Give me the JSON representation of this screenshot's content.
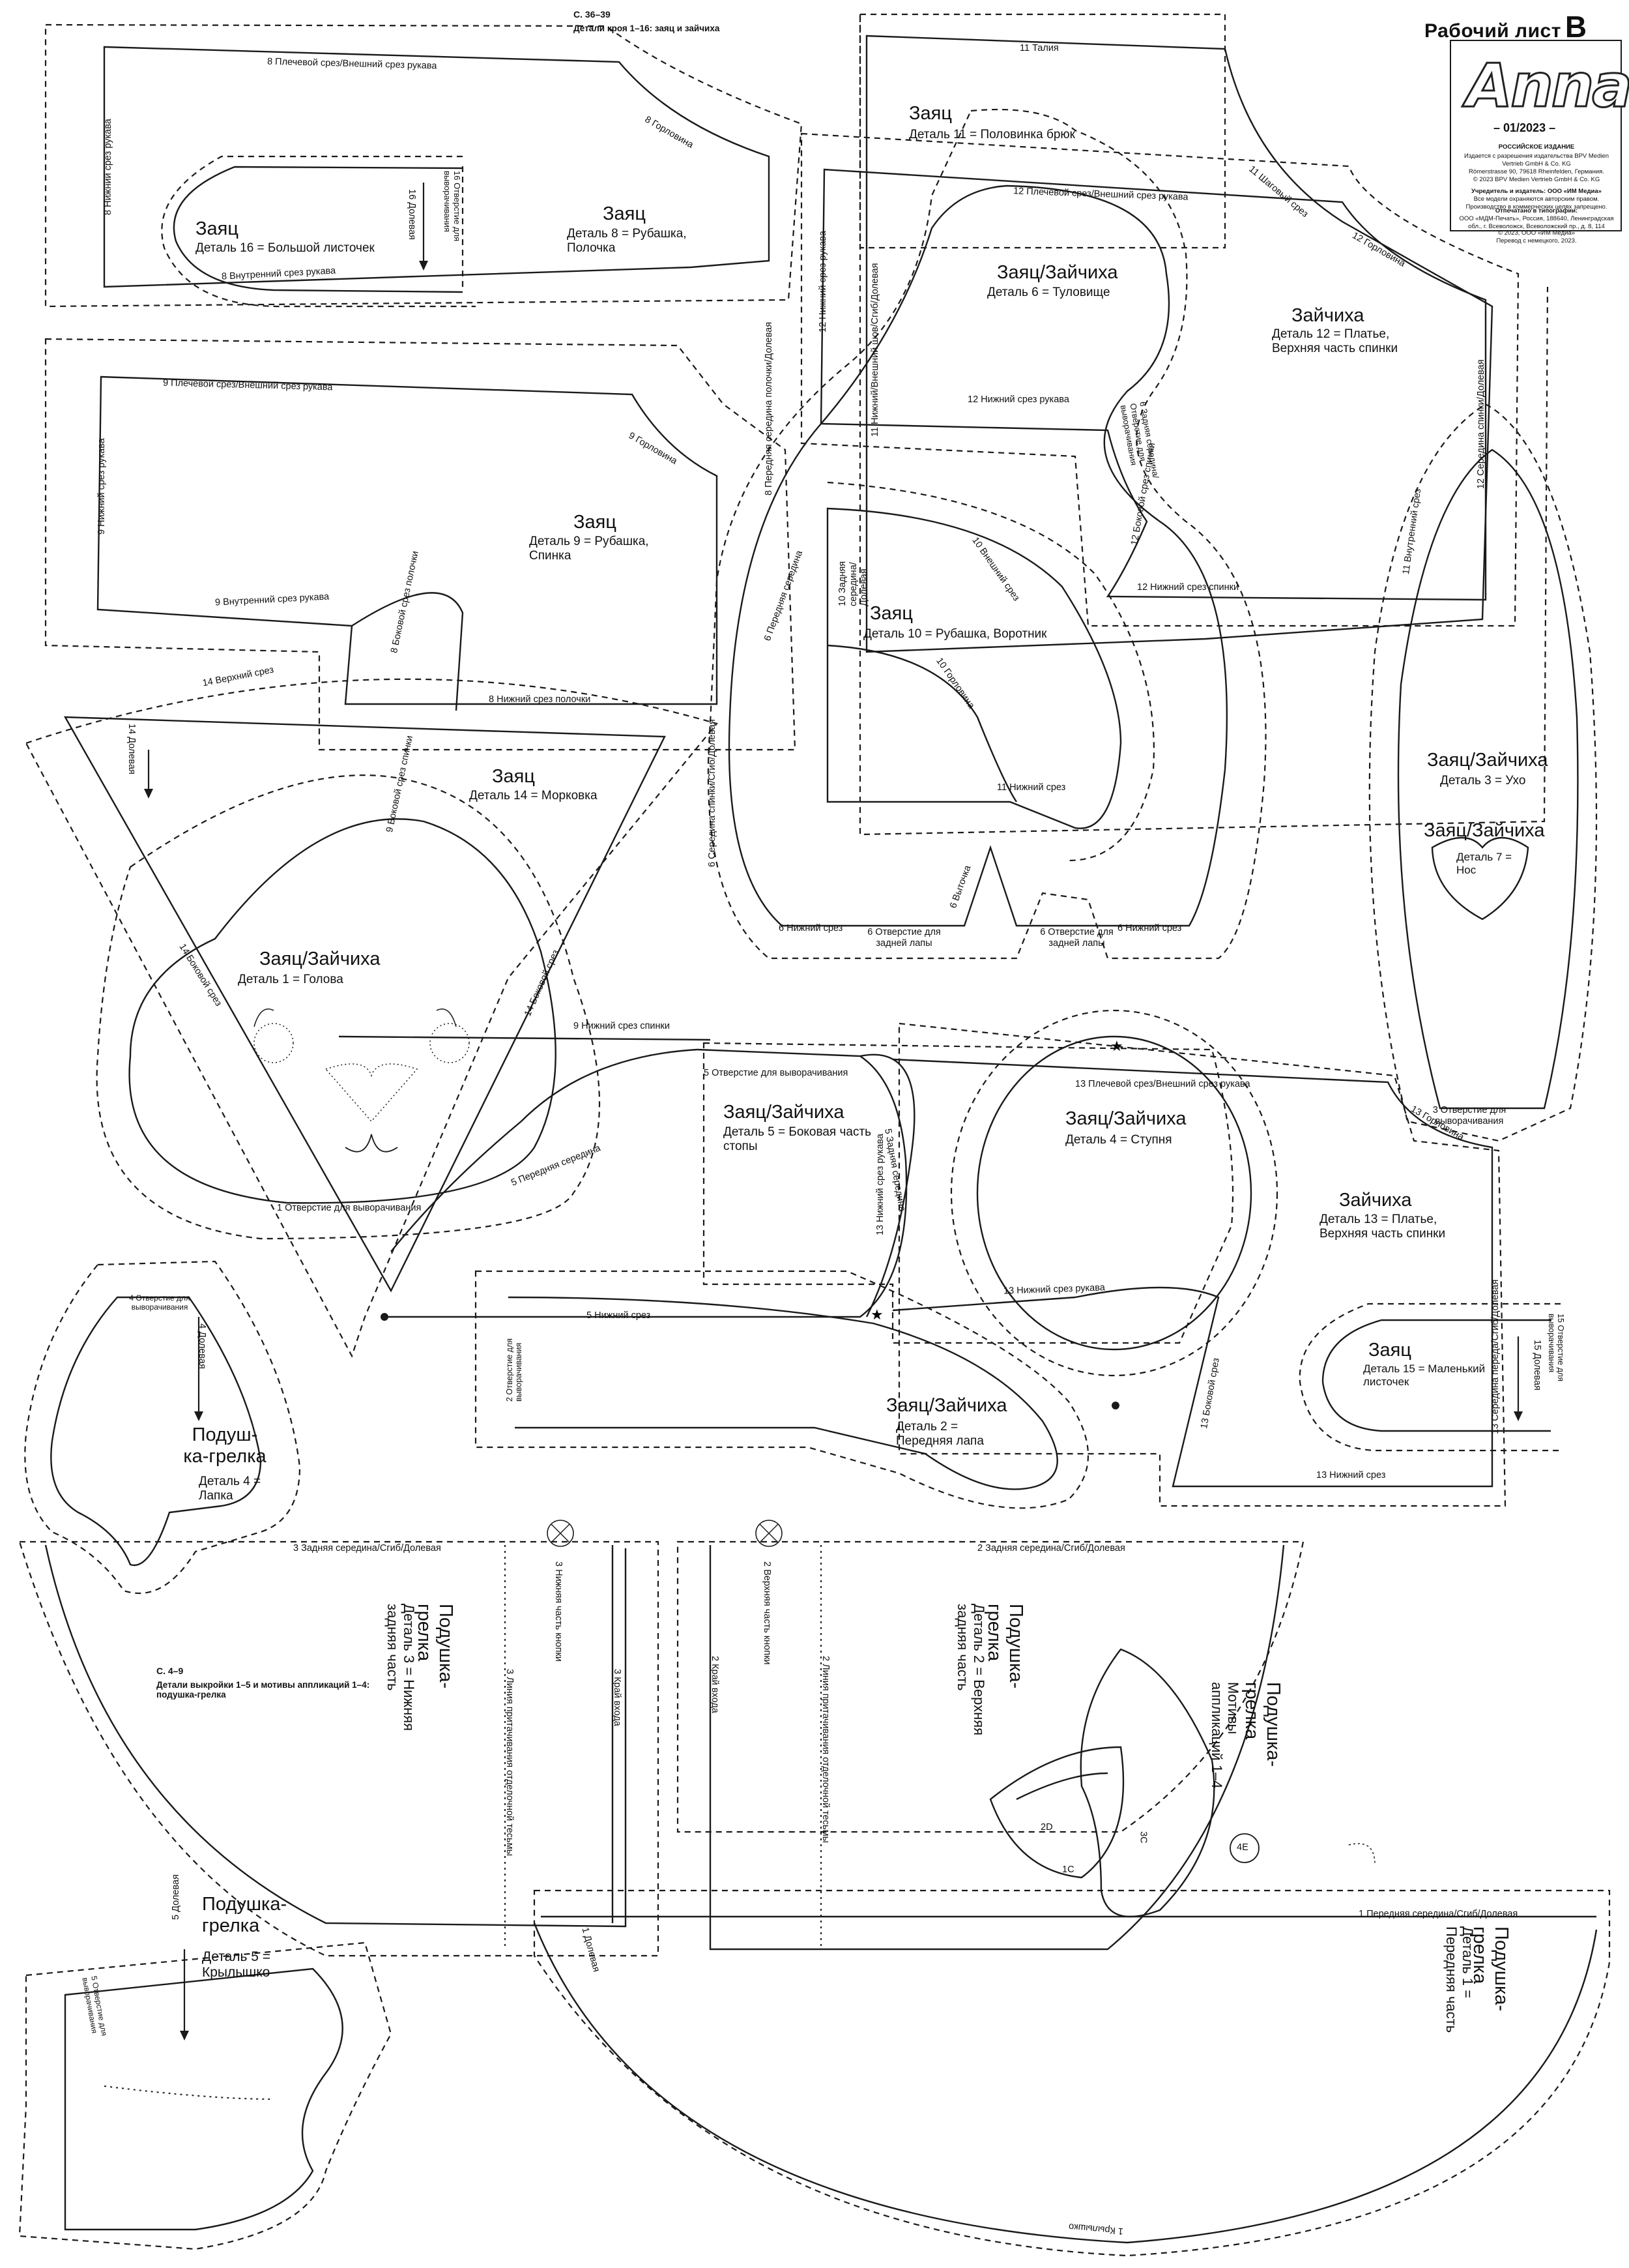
{
  "sheet": {
    "title": "Рабочий лист",
    "letter": "B",
    "brand": "Anna",
    "issue": "– 01/2023 –",
    "imprint": {
      "edition": "РОССИЙСКОЕ ИЗДАНИЕ",
      "license": "Издается с разрешения издательства BPV Medien Vertrieb GmbH & Co. KG",
      "address": "Römerstrasse 90, 79618 Rheinfelden, Германия.",
      "copyright_de": "© 2023 BPV Medien Vertrieb GmbH & Co. KG",
      "publisher_title": "Учредитель и издатель: ООО «ИМ Медиа»",
      "rights": "Все модели охраняются авторским правом. Производство в коммерческих целях запрещено.",
      "printer_title": "Отпечатано в типографии:",
      "printer": "ООО «МДМ-Печать», Россия, 188640, Ленинградская обл., г. Всеволожск, Всеволожский пр., д. 8, 114",
      "copyright_ru": "© 2023, ООО «ИМ Медиа»",
      "translation": "Перевод с немецкого, 2023."
    }
  },
  "captions": {
    "top_page": "С. 36–39",
    "top_desc": "Детали кроя 1–16: заяц и зайчиха",
    "bottom_page": "С. 4–9",
    "bottom_desc": "Детали выкройки 1–5 и мотивы аппликаций 1–4: подушка-грелка"
  },
  "pieces": [
    {
      "id": "p16",
      "title": "Заяц",
      "detail": "Деталь 16 = Большой листочек"
    },
    {
      "id": "p8",
      "title": "Заяц",
      "detail": "Деталь 8 = Рубашка, Полочка"
    },
    {
      "id": "p11",
      "title": "Заяц",
      "detail": "Деталь 11 = Половинка брюк"
    },
    {
      "id": "p6",
      "title": "Заяц/Зайчиха",
      "detail": "Деталь 6 = Туловище"
    },
    {
      "id": "p12",
      "title": "Зайчиха",
      "detail": "Деталь 12 = Платье, Верхняя часть спинки"
    },
    {
      "id": "p9",
      "title": "Заяц",
      "detail": "Деталь 9 = Рубашка, Спинка"
    },
    {
      "id": "p10",
      "title": "Заяц",
      "detail": "Деталь 10 = Рубашка, Воротник"
    },
    {
      "id": "p14",
      "title": "Заяц",
      "detail": "Деталь 14 = Морковка"
    },
    {
      "id": "p3",
      "title": "Заяц/Зайчиха",
      "detail": "Деталь 3 = Ухо"
    },
    {
      "id": "p7",
      "title": "Заяц/Зайчиха",
      "detail": "Деталь 7 = Нос"
    },
    {
      "id": "p1",
      "title": "Заяц/Зайчиха",
      "detail": "Деталь 1 = Голова"
    },
    {
      "id": "p5",
      "title": "Заяц/Зайчиха",
      "detail": "Деталь 5 = Боковая часть стопы"
    },
    {
      "id": "p4",
      "title": "Заяц/Зайчиха",
      "detail": "Деталь 4 = Ступня"
    },
    {
      "id": "p13",
      "title": "Зайчиха",
      "detail": "Деталь 13 = Платье, Верхняя часть спинки"
    },
    {
      "id": "p15",
      "title": "Заяц",
      "detail": "Деталь 15 = Маленький листочек"
    },
    {
      "id": "p2",
      "title": "Заяц/Зайчиха",
      "detail": "Деталь 2 = Передняя лапа"
    },
    {
      "id": "w4",
      "title": "Подуш-ка-грелка",
      "detail": "Деталь 4 = Лапка"
    },
    {
      "id": "w5",
      "title": "Подушка-грелка",
      "detail": "Деталь 5 = Крылышко"
    },
    {
      "id": "w3",
      "title": "Подушка-грелка",
      "detail": "Деталь 3 = Нижняя задняя часть"
    },
    {
      "id": "w2",
      "title": "Подушка-грелка",
      "detail": "Деталь 2 = Верхняя задняя часть"
    },
    {
      "id": "w1",
      "title": "Подушка-грелка",
      "detail": "Деталь 1 = Передняя часть"
    },
    {
      "id": "motifs",
      "title": "Подушка-грелка",
      "detail": "Мотивы аппликаций 1–4"
    }
  ],
  "edges": {
    "e8_shoulder": "8 Плечевой срез/Внешний срез рукава",
    "e8_neck": "8 Горловина",
    "e8_lower_sleeve": "8 Нижний срез рукава",
    "e8_inner_sleeve": "8 Внутренний срез рукава",
    "e8_side": "8 Боковой срез полочки",
    "e8_front_middle": "8 Передняя середина полочки/Долевая",
    "e8_hem": "8 Нижний срез полочки",
    "e16_grain": "16 Долевая",
    "e16_opening": "16 Отверстие для выворачивания",
    "e11_waist": "11 Талия",
    "e11_crotch": "11 Шаговый срез",
    "e11_outer": "11 Нижний/Внешний шов/Сгиб/Долевая",
    "e12_shoulder": "12 Плечевой срез/Внешний срез рукава",
    "e12_neck": "12 Горловина",
    "e12_lower_sleeve_a": "12 Нижний срез рукава",
    "e12_lower_sleeve_b": "12 Нижний срез рукава",
    "e12_back_middle": "12 Середина спинки/Долевая",
    "e12_side": "12 Боковой срез спинки",
    "e12_hem": "12 Нижний срез спинки",
    "e11_inner": "11 Внутренний срез",
    "e9_shoulder": "9 Плечевой срез/Внешний срез рукава",
    "e9_neck": "9 Горловина",
    "e9_lower_sleeve": "9 Нижний срез рукава",
    "e9_inner_sleeve": "9 Внутренний срез рукава",
    "e9_side": "9 Боковой срез спинки",
    "e9_hem": "9 Нижний срез спинки",
    "e6_front": "6 Передняя середина",
    "e6_back": "6 Задняя середина/ Отверстие для выворачивания",
    "e6_lower_a": "6 Нижний срез",
    "e6_lower_b": "6 Нижний срез",
    "e6_open_a": "6 Отверстие для задней лапы",
    "e6_open_b": "6 Отверстие для задней лапы",
    "e6_notch": "6 Выточка",
    "e10_outer": "10 Внешний срез",
    "e10_neck": "10 Горловина",
    "e10_back": "10 Задняя середина/ Долевая",
    "e11_hem": "11 Нижний срез",
    "e6_side": "6 Середина спинки/Сгиб/Долевая",
    "e14_top": "14 Верхний срез",
    "e14_grain": "14 Долевая",
    "e14_side": "14 Боковой срез",
    "e1_side": "14 Боковой срез",
    "e1_open": "1 Отверстие для выворачивания",
    "e5_open": "5 Отверстие для выворачивания",
    "e5_front": "5 Передняя середина",
    "e5_lower": "5 Нижний срез",
    "e5_back": "5 Задняя середина",
    "e13_shoulder": "13 Плечевой срез/Внешний срез рукава",
    "e13_neck": "13 Горловина",
    "e13_lower_sleeve": "13 Нижний срез рукава",
    "e13_inner_sleeve": "13 Нижний срез рукава",
    "e13_side": "13 Боковой срез",
    "e13_hem": "13 Нижний срез",
    "e13_front": "13 Середина переда/Сгиб/Долевая",
    "e3_open": "3 Отверстие для выворачивания",
    "e15_grain": "15 Долевая",
    "e15_open": "15 Отверстие для выворачивания",
    "e2_open": "2 Отверстие для выворачивания",
    "w4_open": "4 Отверстие для выворачивания",
    "w4_grain": "4 Долевая",
    "w3_back": "3 Задняя середина/Сгиб/Долевая",
    "w3_knob": "3 Нижняя часть кнопки",
    "w3_line": "3 Линия притачивания отделочной тесьмы",
    "w3_entry": "3 Край входа",
    "w2_back": "2 Задняя середина/Сгиб/Долевая",
    "w2_knob": "2 Верхняя часть кнопки",
    "w2_entry": "2 Край входа",
    "w2_line": "2 Линия притачивания отделочной тесьмы",
    "w1_front": "1 Передняя середина/Сгиб/Долевая",
    "w1_grain": "1 Долевая",
    "w1_wing": "1 Крылышко",
    "w5_grain": "5 Долевая",
    "w5_open": "5 Отверстие для выворачивания",
    "m_2d": "2D",
    "m_1c": "1C",
    "m_3c": "3C",
    "m_4e": "4E"
  }
}
